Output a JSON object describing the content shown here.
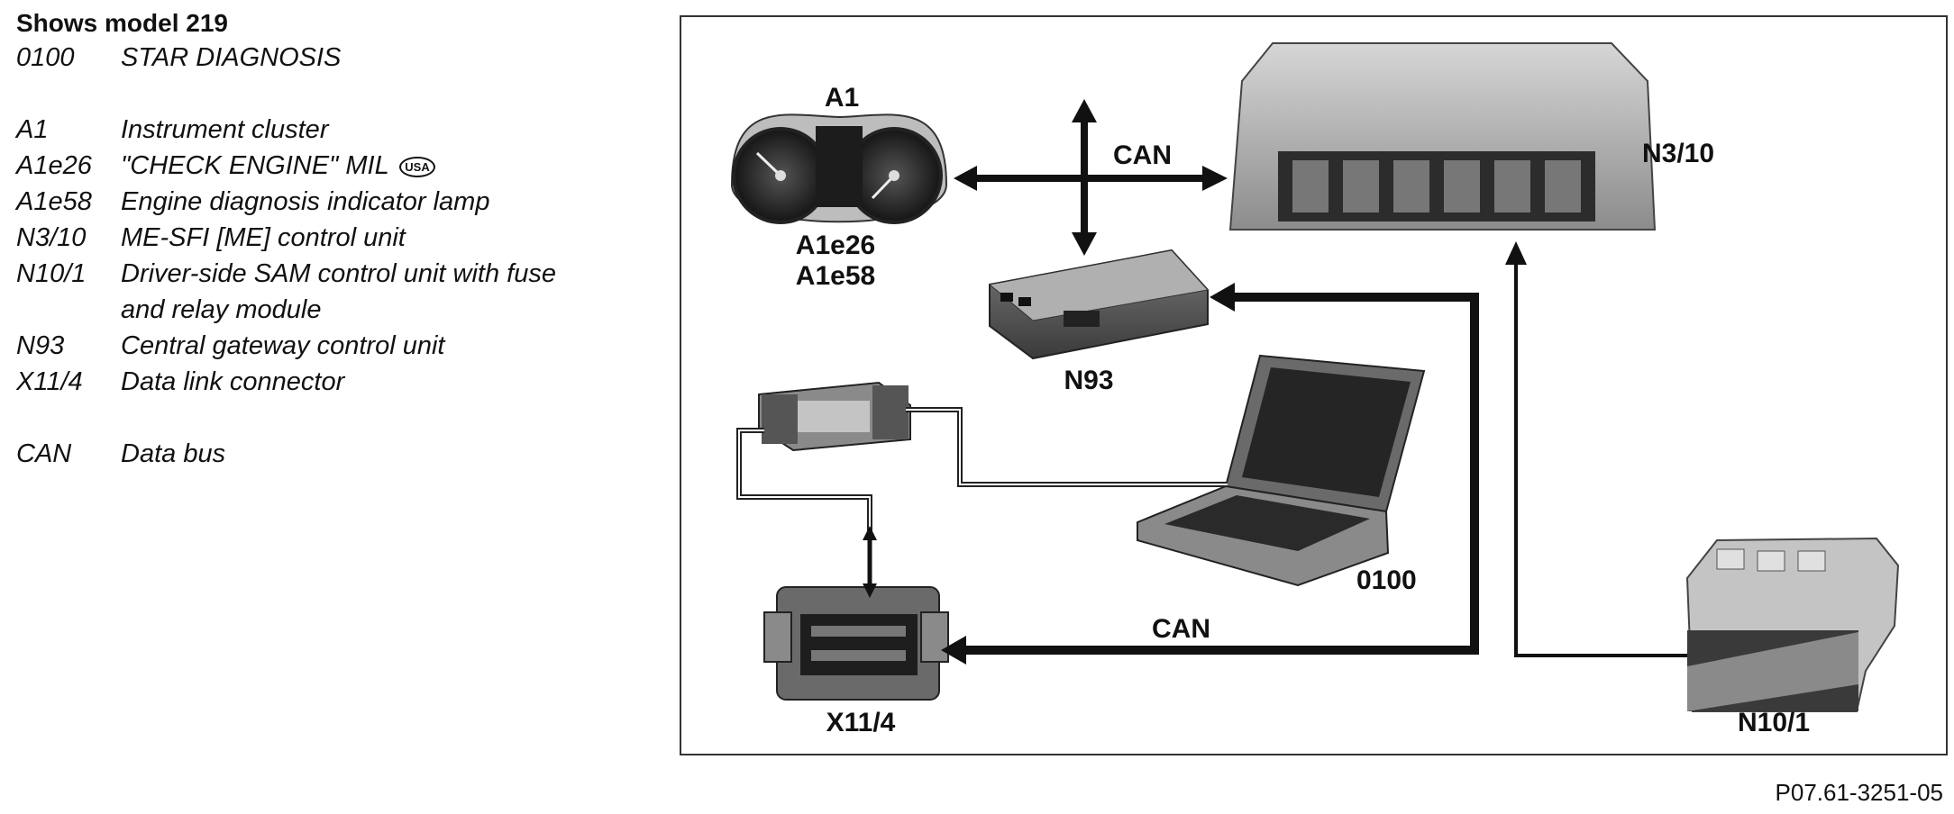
{
  "legend": {
    "title": "Shows model 219",
    "items": [
      {
        "code": "0100",
        "desc": "STAR DIAGNOSIS"
      },
      {
        "code": "A1",
        "desc": "Instrument cluster"
      },
      {
        "code": "A1e26",
        "desc": "\"CHECK ENGINE\" MIL",
        "badge": "USA"
      },
      {
        "code": "A1e58",
        "desc": "Engine diagnosis indicator lamp"
      },
      {
        "code": "N3/10",
        "desc": "ME-SFI [ME] control unit"
      },
      {
        "code": "N10/1",
        "desc": "Driver-side SAM control unit with fuse",
        "desc2": "and relay module"
      },
      {
        "code": "N93",
        "desc": "Central gateway control unit"
      },
      {
        "code": "X11/4",
        "desc": "Data link connector"
      },
      {
        "code": "CAN",
        "desc": "Data bus"
      }
    ]
  },
  "diagram": {
    "labels": {
      "a1": "A1",
      "a1e26": "A1e26",
      "a1e58": "A1e58",
      "can_top": "CAN",
      "n3_10": "N3/10",
      "n93": "N93",
      "can_bottom": "CAN",
      "d0100": "0100",
      "x11_4": "X11/4",
      "n10_1": "N10/1"
    }
  },
  "figure_ref": "P07.61-3251-05"
}
